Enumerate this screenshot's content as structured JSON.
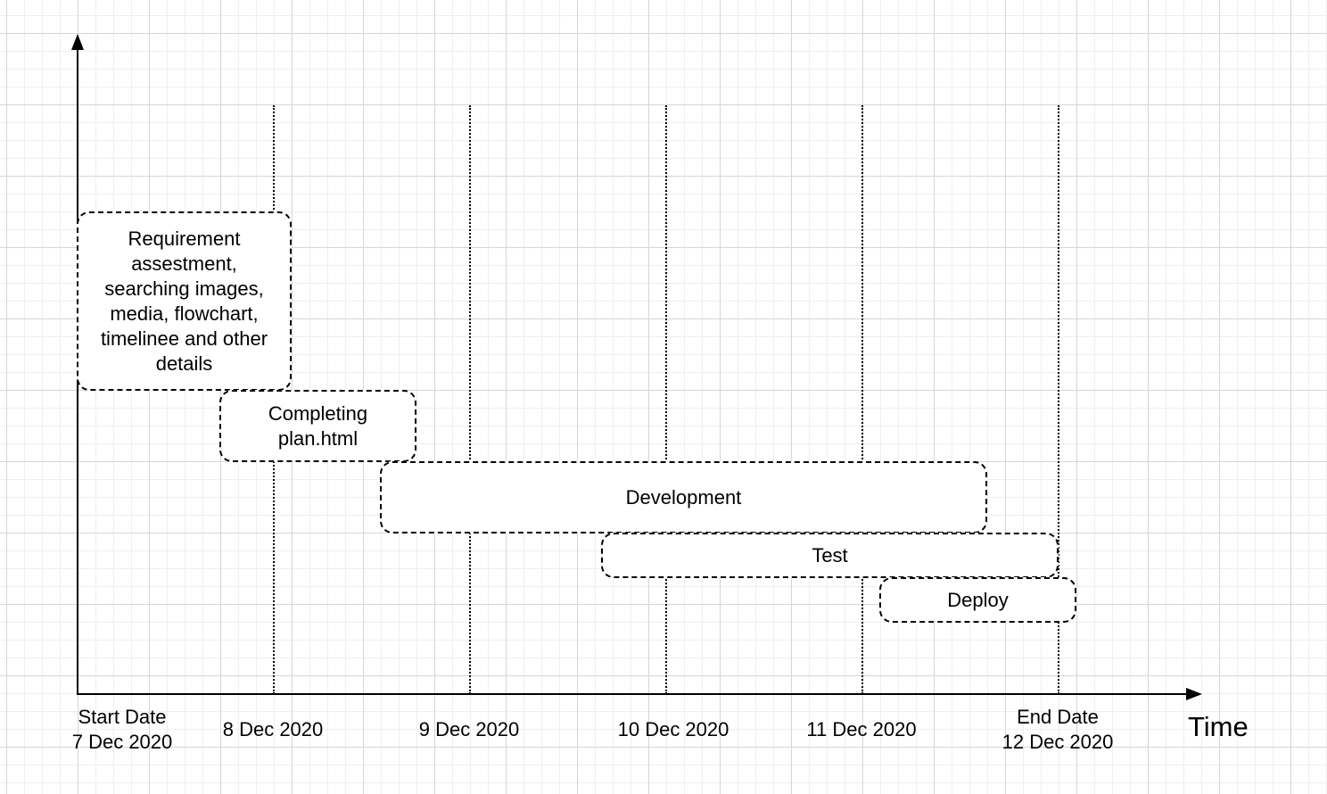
{
  "tasks": [
    {
      "name": "task-requirement",
      "label": "Requirement assestment, searching images, media, flowchart, timelinee and other details"
    },
    {
      "name": "task-completing-plan",
      "label": "Completing plan.html"
    },
    {
      "name": "task-development",
      "label": "Development"
    },
    {
      "name": "task-test",
      "label": "Test"
    },
    {
      "name": "task-deploy",
      "label": "Deploy"
    }
  ],
  "ticks": [
    {
      "line1": "Start Date",
      "line2": "7 Dec 2020"
    },
    {
      "line1": "8 Dec 2020",
      "line2": ""
    },
    {
      "line1": "9 Dec 2020",
      "line2": ""
    },
    {
      "line1": "10 Dec 2020",
      "line2": ""
    },
    {
      "line1": "11 Dec 2020",
      "line2": ""
    },
    {
      "line1": "End Date",
      "line2": "12 Dec 2020"
    }
  ],
  "axis": {
    "x_label": "Time"
  }
}
